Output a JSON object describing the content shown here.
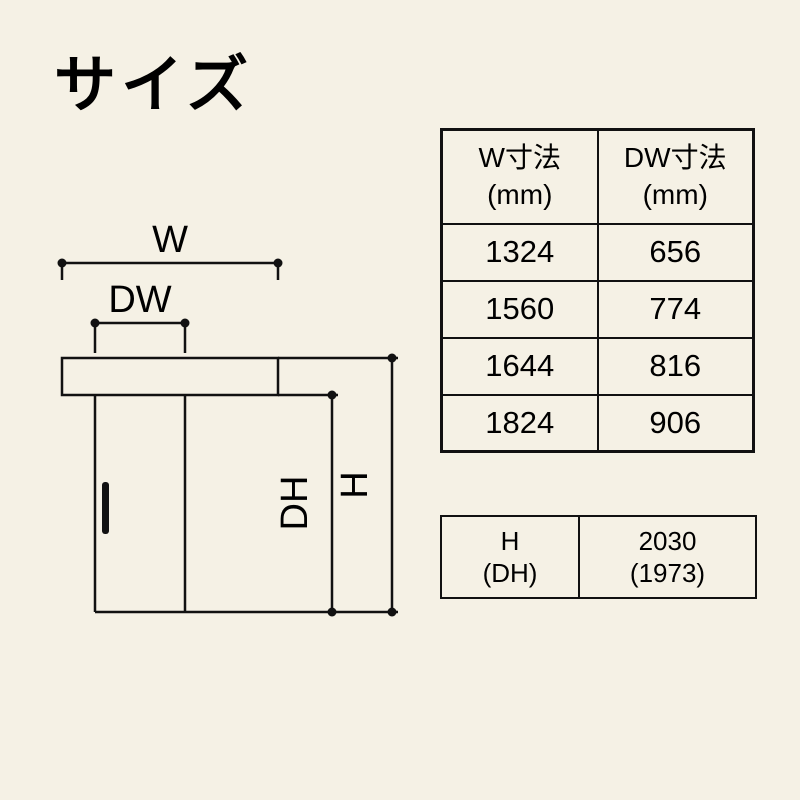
{
  "page": {
    "title": "サイズ",
    "background": "#f5f1e5"
  },
  "diagram": {
    "labels": {
      "w": "W",
      "dw": "DW",
      "dh": "DH",
      "h": "H"
    }
  },
  "size_table": {
    "headers": [
      {
        "line1": "W寸法",
        "line2": "(mm)"
      },
      {
        "line1": "DW寸法",
        "line2": "(mm)"
      }
    ],
    "rows": [
      [
        "1324",
        "656"
      ],
      [
        "1560",
        "774"
      ],
      [
        "1644",
        "816"
      ],
      [
        "1824",
        "906"
      ]
    ]
  },
  "height_table": {
    "label": {
      "line1": "H",
      "line2": "(DH)"
    },
    "value": {
      "line1": "2030",
      "line2": "(1973)"
    }
  }
}
